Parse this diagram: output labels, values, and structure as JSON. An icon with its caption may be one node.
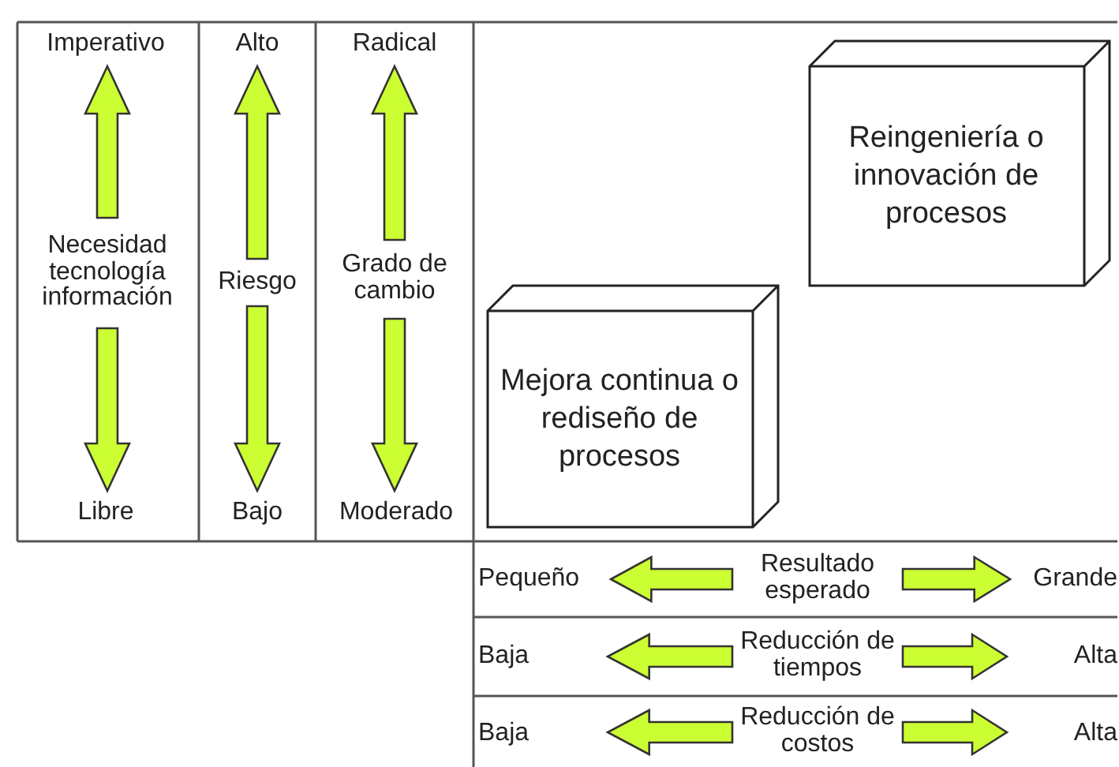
{
  "diagram": {
    "nodes": [
      {
        "text": [
          "Imperativo"
        ]
      },
      {
        "text": [
          "Necesidad tecnología información"
        ]
      },
      {
        "text": [
          "Libre"
        ]
      },
      {
        "text": [
          "Alto"
        ]
      },
      {
        "text": [
          "Riesgo"
        ]
      },
      {
        "text": [
          "Bajo"
        ]
      },
      {
        "text": [
          "Radical"
        ]
      },
      {
        "text": [
          "Grado de cambio"
        ]
      },
      {
        "text": [
          "Moderado"
        ]
      },
      {
        "text": [
          "Reingeniería o innovación de procesos"
        ]
      },
      {
        "text": [
          "Mejora continua o rediseño de procesos"
        ]
      },
      {
        "text": [
          "Pequeño"
        ]
      },
      {
        "text": [
          "Resultado esperado"
        ]
      },
      {
        "text": [
          "Grande"
        ]
      },
      {
        "text": [
          "Baja"
        ]
      },
      {
        "text": [
          "Reducción de tiempos"
        ]
      },
      {
        "text": [
          "Alta"
        ]
      },
      {
        "text": [
          "Baja"
        ]
      },
      {
        "text": [
          "Reducción de costos"
        ]
      },
      {
        "text": [
          "Alta"
        ]
      }
    ],
    "edges": [
      {
        "from": 1,
        "to": 0,
        "arrow": "to"
      },
      {
        "from": 1,
        "to": 2,
        "arrow": "to"
      },
      {
        "from": 4,
        "to": 3,
        "arrow": "to"
      },
      {
        "from": 4,
        "to": 5,
        "arrow": "to"
      },
      {
        "from": 7,
        "to": 6,
        "arrow": "to"
      },
      {
        "from": 7,
        "to": 8,
        "arrow": "to"
      },
      {
        "from": 12,
        "to": 11,
        "arrow": "to"
      },
      {
        "from": 12,
        "to": 13,
        "arrow": "to"
      },
      {
        "from": 15,
        "to": 14,
        "arrow": "to"
      },
      {
        "from": 15,
        "to": 16,
        "arrow": "to"
      },
      {
        "from": 18,
        "to": 17,
        "arrow": "to"
      },
      {
        "from": 18,
        "to": 19,
        "arrow": "to"
      }
    ]
  }
}
